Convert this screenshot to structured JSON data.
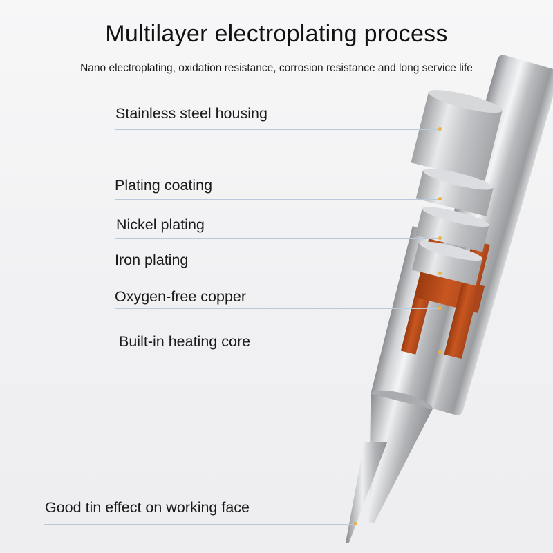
{
  "header": {
    "title": "Multilayer electroplating process",
    "subtitle": "Nano electroplating, oxidation resistance, corrosion resistance and long service life"
  },
  "callouts": [
    {
      "label": "Stainless steel housing"
    },
    {
      "label": "Plating coating"
    },
    {
      "label": "Nickel plating"
    },
    {
      "label": "Iron plating"
    },
    {
      "label": "Oxygen-free copper"
    },
    {
      "label": "Built-in heating core"
    },
    {
      "label": "Good tin effect on working face"
    }
  ],
  "colors": {
    "metal": "#c4c6c9",
    "copper": "#b84a19",
    "leader_line": "#b9c9dc",
    "marker": "#f0b13a"
  }
}
